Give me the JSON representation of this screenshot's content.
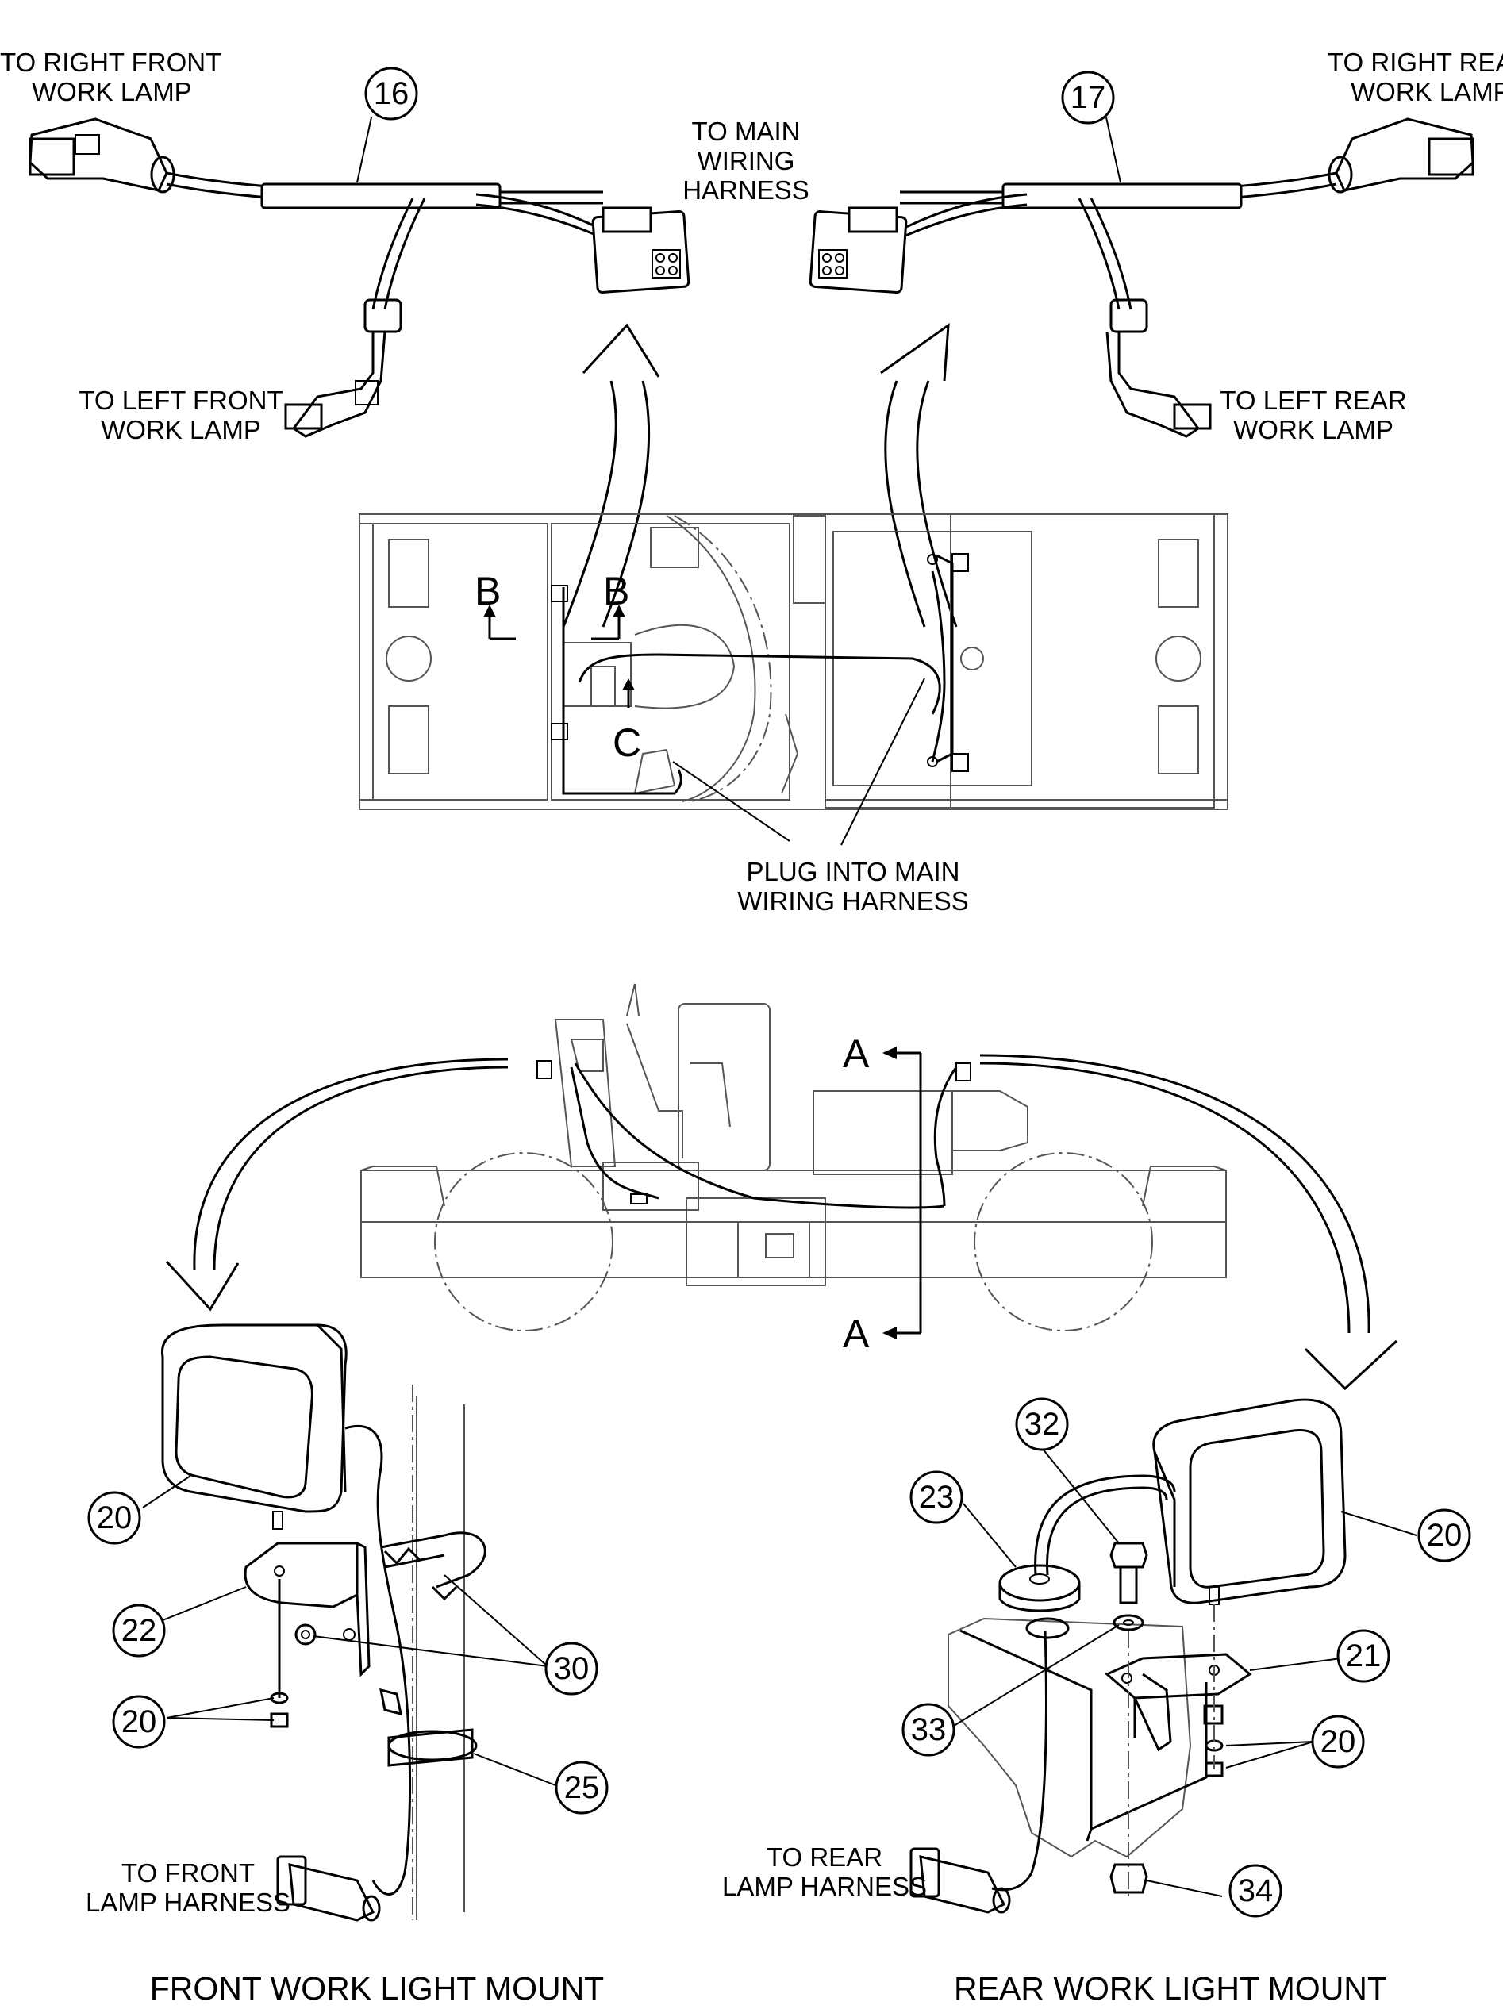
{
  "labels": {
    "right_front_lamp": [
      "TO RIGHT FRONT",
      "WORK LAMP"
    ],
    "right_rear_lamp": [
      "TO RIGHT REA",
      "WORK LAMP"
    ],
    "main_harness": [
      "TO MAIN",
      "WIRING",
      "HARNESS"
    ],
    "left_front_lamp": [
      "TO LEFT FRONT",
      "WORK LAMP"
    ],
    "left_rear_lamp": [
      "TO LEFT REAR",
      "WORK LAMP"
    ],
    "plug_main": [
      "PLUG INTO MAIN",
      "WIRING HARNESS"
    ],
    "front_lamp_harness": [
      "TO FRONT",
      "LAMP HARNESS"
    ],
    "rear_lamp_harness": [
      "TO REAR",
      "LAMP HARNESS"
    ]
  },
  "sections": {
    "b": "B",
    "c": "C",
    "a": "A"
  },
  "captions": {
    "front_mount": "FRONT WORK LIGHT MOUNT",
    "rear_mount": "REAR WORK LIGHT MOUNT"
  },
  "callouts": {
    "harness_front": "16",
    "harness_rear": "17",
    "lamp": "20",
    "bracket_rear": "21",
    "bracket_front": "22",
    "grommet": "23",
    "clamp": "25",
    "u_bolt": "30",
    "bolt": "32",
    "washer": "33",
    "nut": "34",
    "hardware": "20"
  }
}
